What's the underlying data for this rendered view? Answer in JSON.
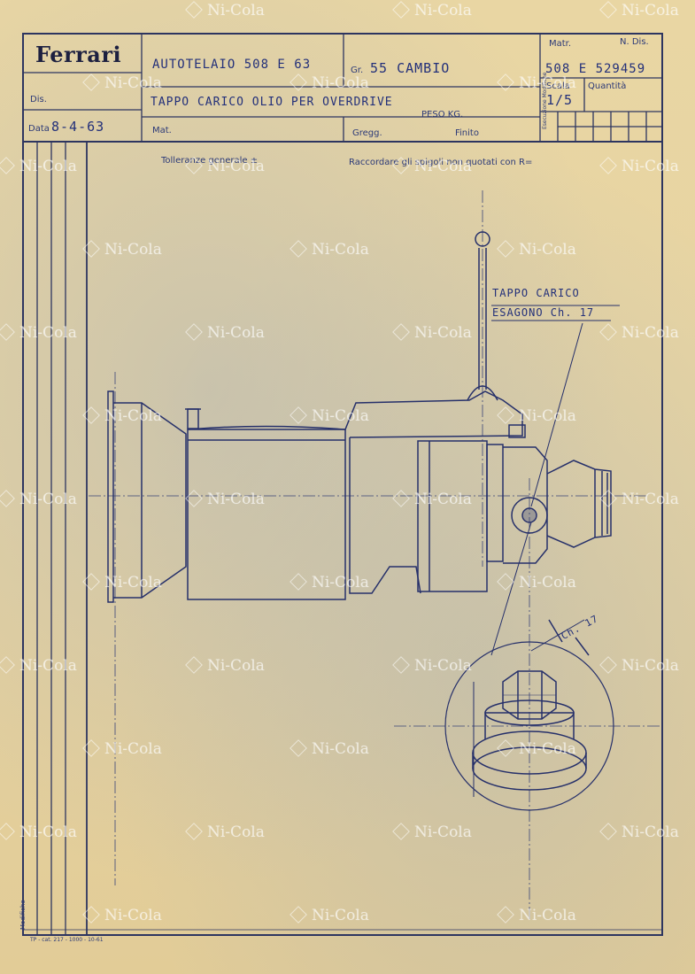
{
  "title_block": {
    "brand": "Ferrari",
    "model_handwritten": "AUTOTELAIO 508 E 63",
    "group_label": "Gr.",
    "group_value": "55 CAMBIO",
    "matr_label": "Matr.",
    "drawing_no_label": "N. Dis.",
    "drawing_no_value": "508 E 529459",
    "dis_label": "Dis.",
    "description": "TAPPO CARICO OLIO PER OVERDRIVE",
    "scale_label": "Scala",
    "scale_value": "1/5",
    "quantity_label": "Quantità",
    "date_label": "Data",
    "date_value": "8-4-63",
    "mat_label": "Mat.",
    "weight_label": "PESO KG.",
    "gregg_label": "Gregg.",
    "finito_label": "Finito",
    "side_label": "Esecuzione Modifiche"
  },
  "notes": {
    "tolerance": "Tolleranze generale ±",
    "radius": "Raccordare gli spigoli non quotati con R="
  },
  "callout": {
    "line1": "TAPPO CARICO",
    "line2": "ESAGONO Ch. 17",
    "detail_dim": "Ch. 17"
  },
  "footer": {
    "form_code": "TP - cat. 217 - 1000 - 10-61",
    "modifiche": "Modifiche"
  },
  "watermark": "Ni-Cola"
}
